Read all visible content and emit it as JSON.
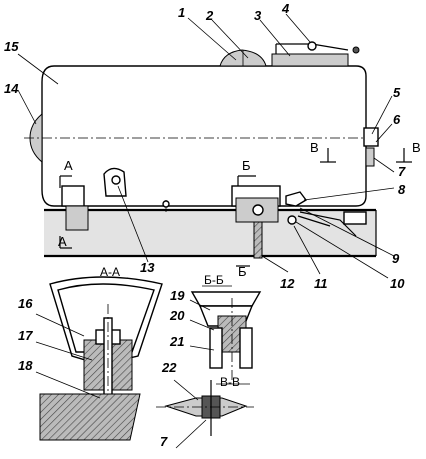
{
  "labels": {
    "l1": "1",
    "l2": "2",
    "l3": "3",
    "l4": "4",
    "l5": "5",
    "l6": "6",
    "l7": "7",
    "l8": "8",
    "l9": "9",
    "l10": "10",
    "l11": "11",
    "l12": "12",
    "l13": "13",
    "l14": "14",
    "l15": "15",
    "l16": "16",
    "l17": "17",
    "l18": "18",
    "l19": "19",
    "l20": "20",
    "l21": "21",
    "l22": "22",
    "l7b": "7"
  },
  "sections": {
    "aa": "А-А",
    "bb": "Б-Б",
    "vv": "В-В",
    "a_mark": "А",
    "b_mark": "Б",
    "v_mark": "В"
  }
}
